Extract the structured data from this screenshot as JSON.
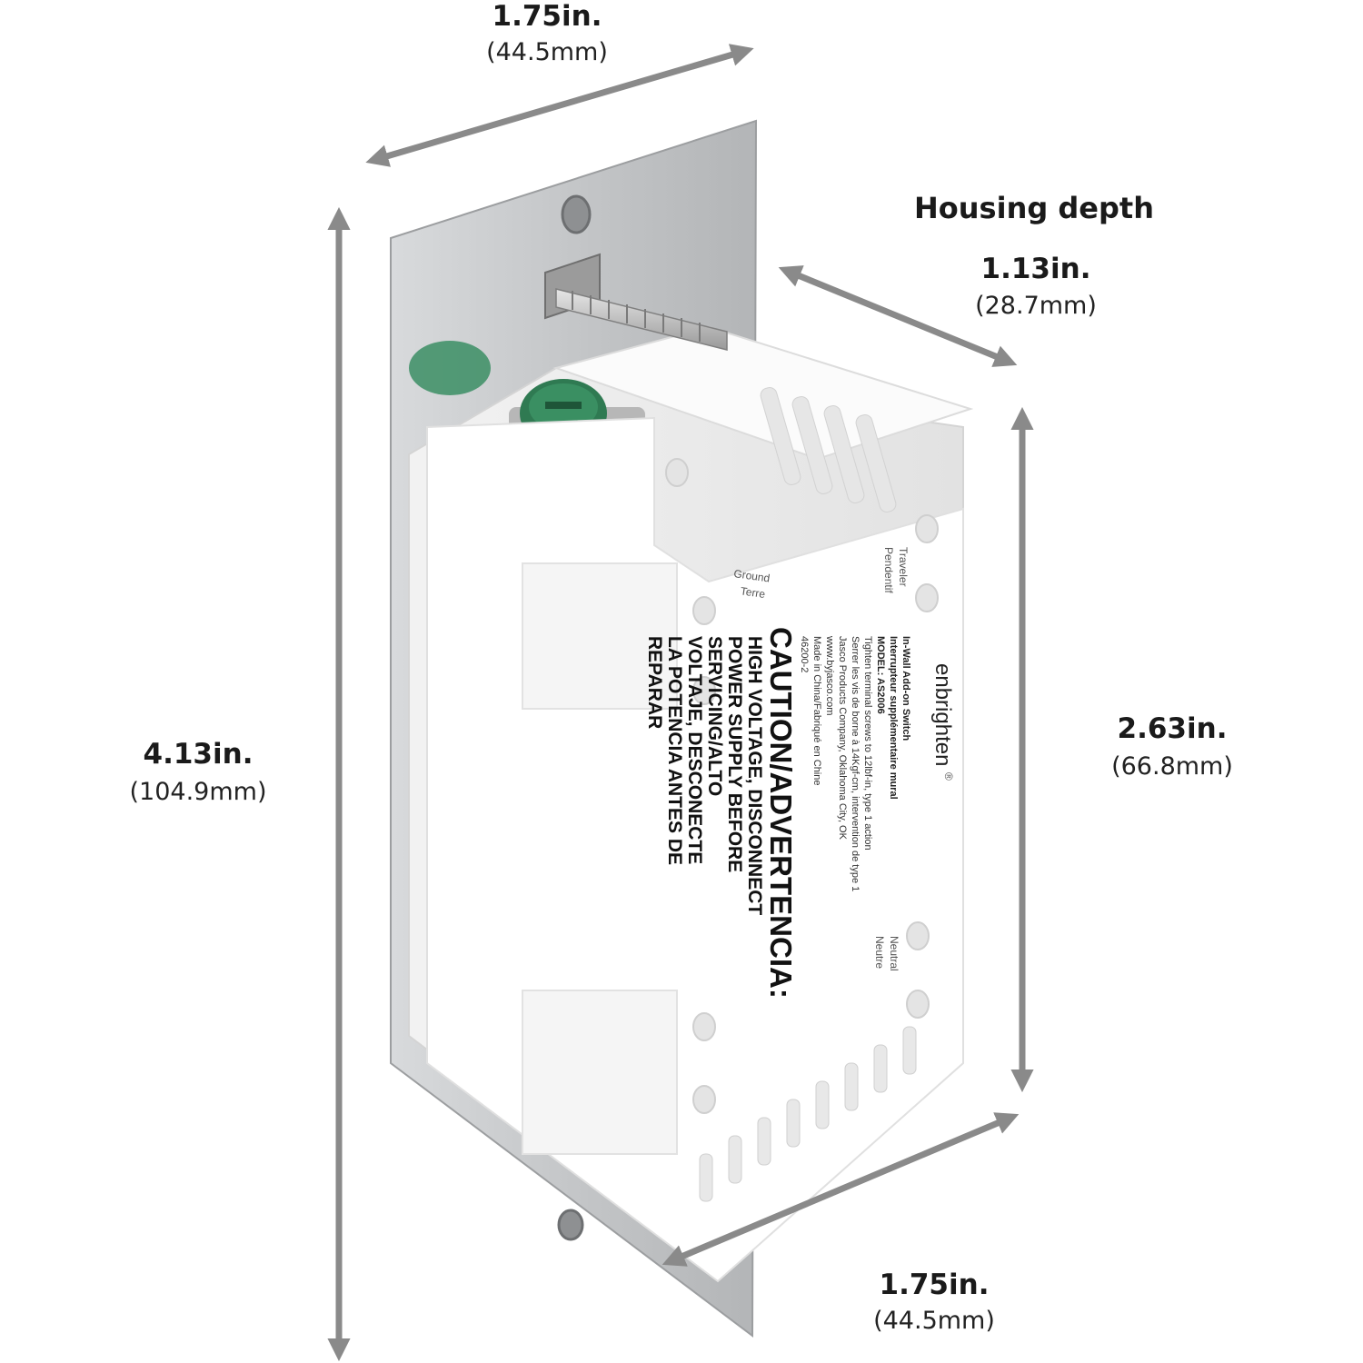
{
  "dimensions": {
    "top_width": {
      "main": "1.75in.",
      "sub": "(44.5mm)"
    },
    "height": {
      "main": "4.13in.",
      "sub": "(104.9mm)"
    },
    "housing_depth": {
      "header": "Housing depth",
      "main": "1.13in.",
      "sub": "(28.7mm)"
    },
    "housing_height": {
      "main": "2.63in.",
      "sub": "(66.8mm)"
    },
    "bottom_width": {
      "main": "1.75in.",
      "sub": "(44.5mm)"
    }
  },
  "device": {
    "brand": "enbrighten",
    "brand_mark": "®",
    "product_lines": [
      "In-Wall Add-on Switch",
      "Interrupteur supplémentaire mural",
      "MODEL: AS2006"
    ],
    "info_lines": [
      "Tighten terminal screws to 12lbf-in, type 1 action",
      "Serrer les vis de borne à 14Kgf-cm, intervention de type 1",
      "Jasco Products Company, Oklahoma City, OK",
      "www.byjasco.com",
      "Made in China/Fabriqué en Chine",
      "46200-2"
    ],
    "caution_title": "CAUTION/ADVERTENCIA:",
    "warning_lines": [
      "HIGH VOLTAGE, DISCONNECT",
      "POWER SUPPLY BEFORE",
      "SERVICING/ALTO",
      "VOLTAJE, DESCONECTE",
      "LA POTENCIA ANTES DE",
      "REPARAR"
    ],
    "terminals": {
      "ground": [
        "Ground",
        "Terre"
      ],
      "traveler": [
        "Traveler",
        "Pendentif"
      ],
      "neutral": [
        "Neutral",
        "Neutre"
      ]
    }
  },
  "colors": {
    "arrow": "#8a8a8a",
    "plate": "#c9cbcd",
    "housing": "#f7f7f7",
    "ground_screw": "#2f7a52"
  }
}
